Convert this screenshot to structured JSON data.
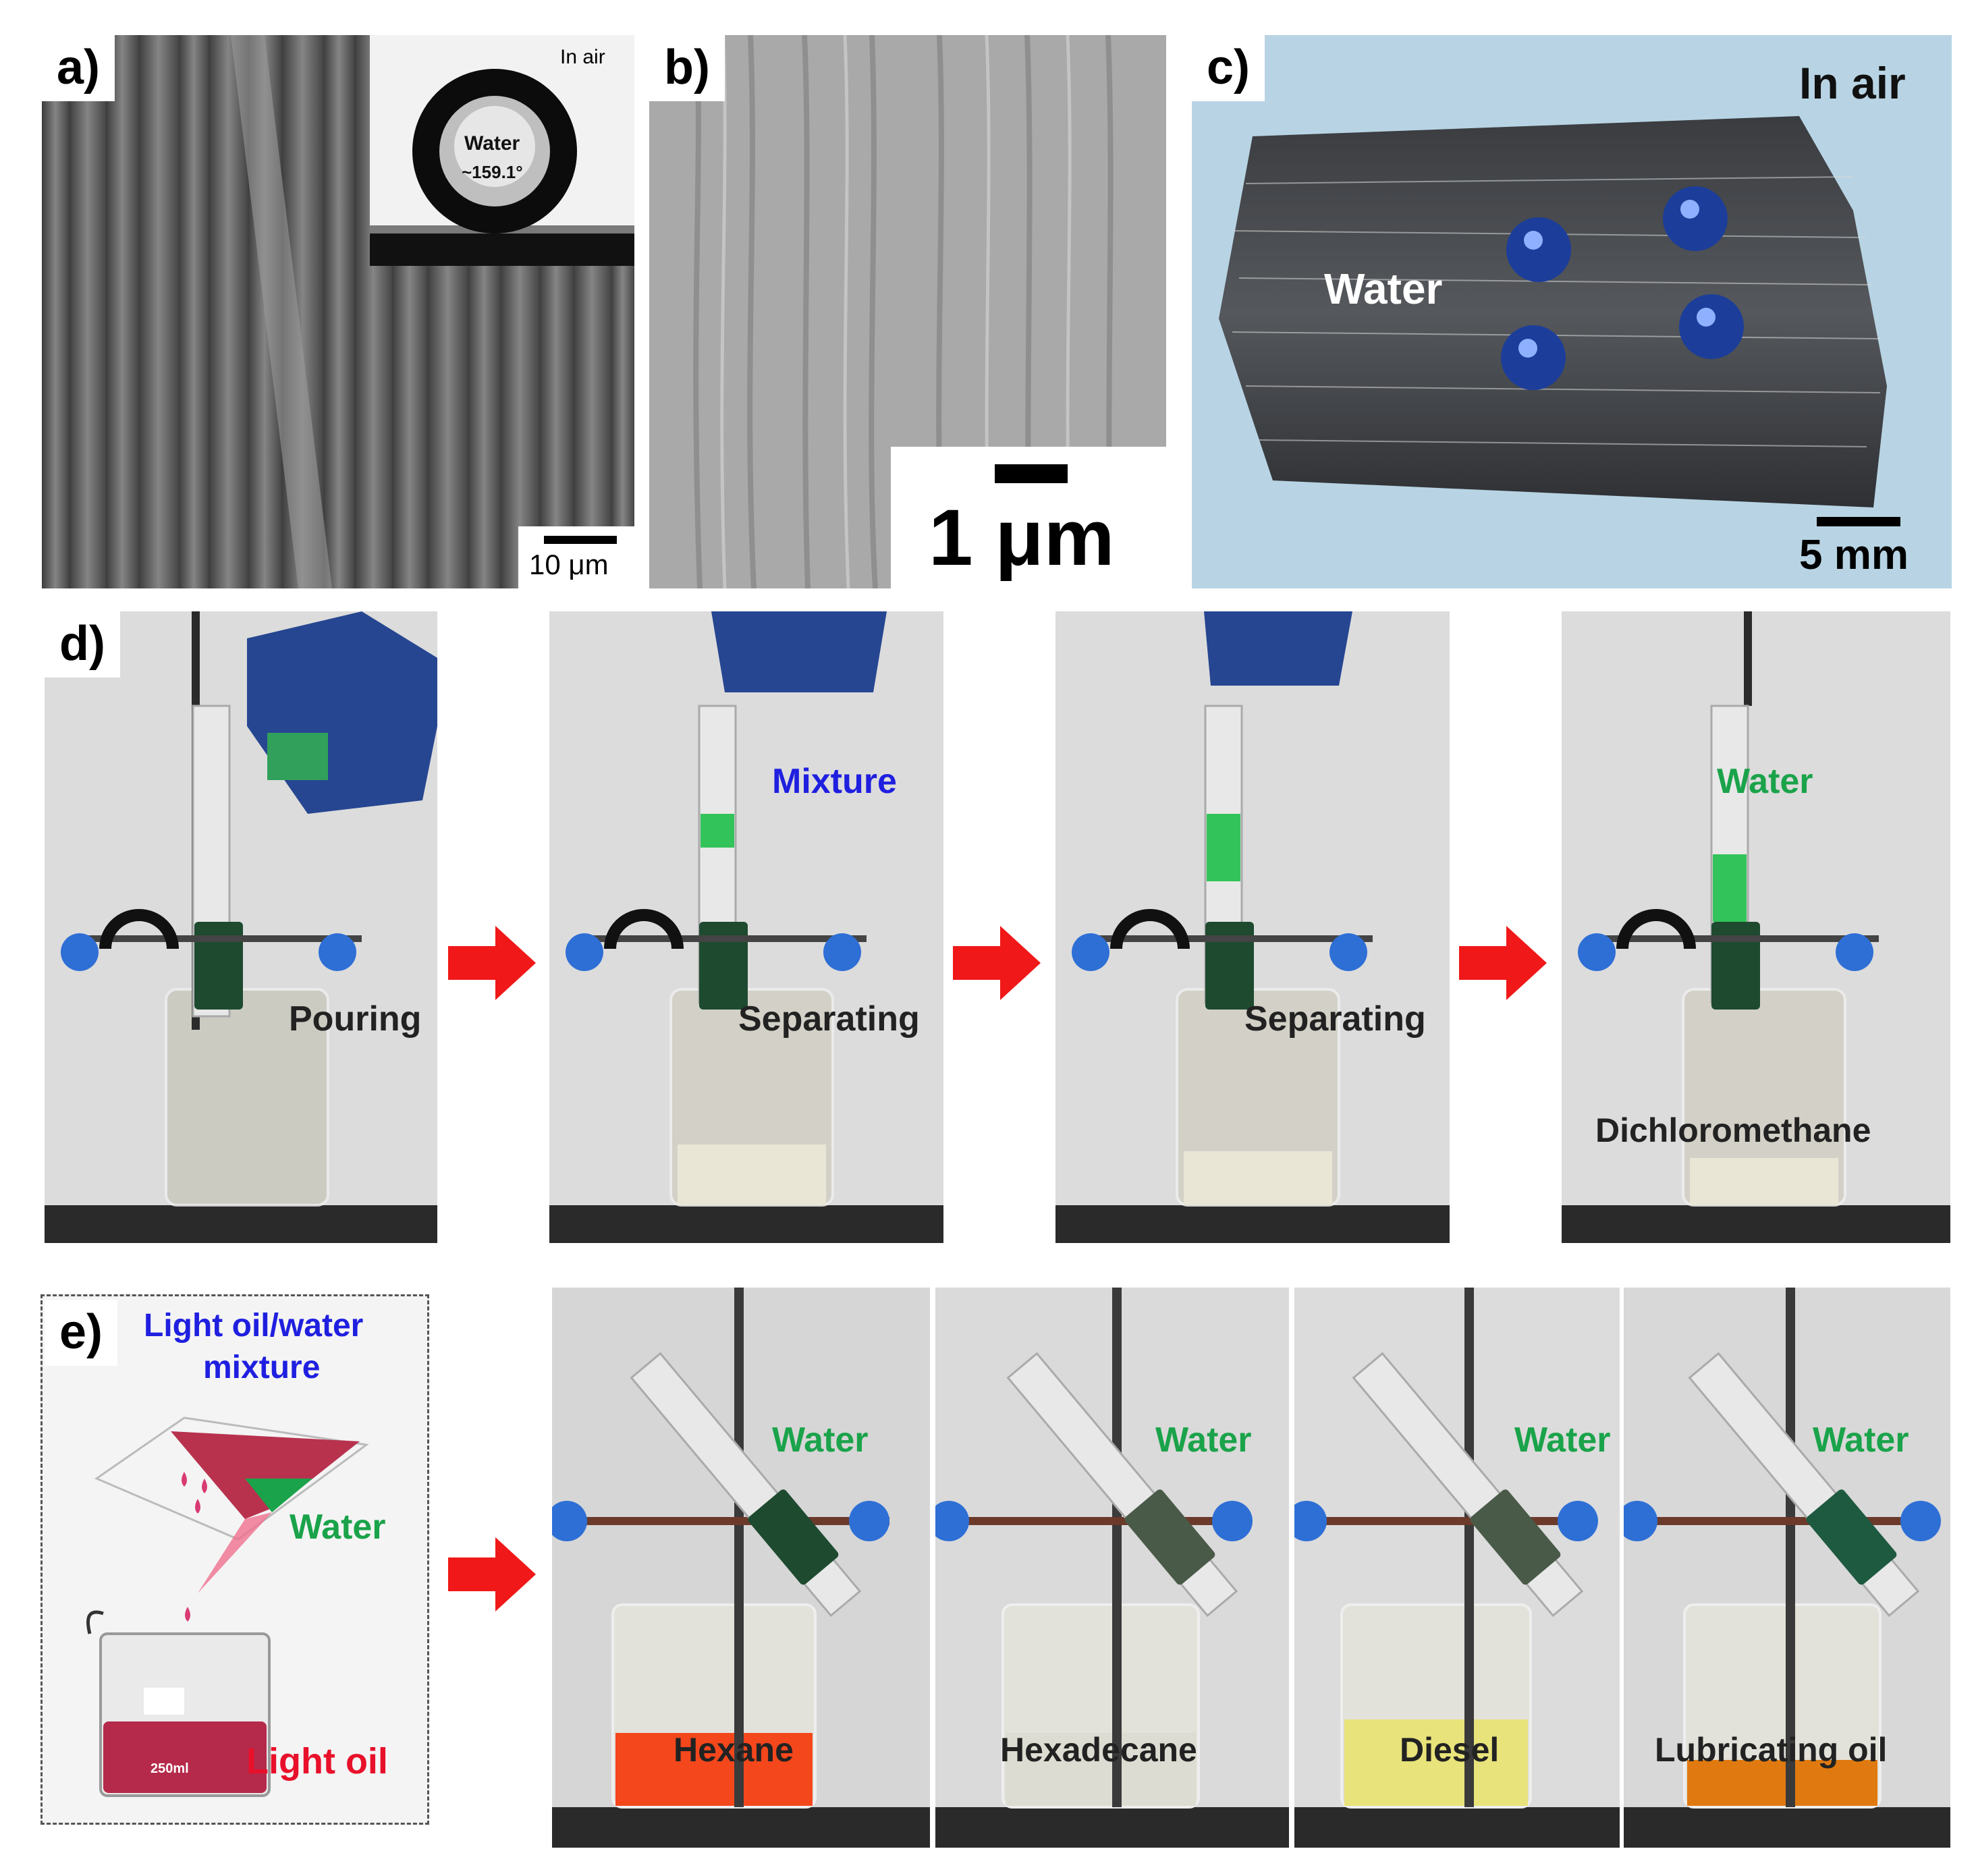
{
  "panel_a": {
    "label": "a)",
    "inset_condition": "In air",
    "inset_liquid": "Water",
    "inset_angle": "~159.1°",
    "scale": "10 μm"
  },
  "panel_b": {
    "label": "b)",
    "scale": "1 μm"
  },
  "panel_c": {
    "label": "c)",
    "condition": "In air",
    "liquid": "Water",
    "scale": "5 mm"
  },
  "panel_d": {
    "label": "d)",
    "frames": [
      {
        "caption": "Pouring",
        "top_label": ""
      },
      {
        "caption": "Separating",
        "top_label": "Mixture"
      },
      {
        "caption": "Separating",
        "top_label": ""
      },
      {
        "caption": "Dichloromethane",
        "top_label": "Water"
      }
    ]
  },
  "panel_e": {
    "label": "e)",
    "schematic_title": "Light oil/water mixture",
    "schematic_title_line1": "Light oil/water",
    "schematic_title_line2": "mixture",
    "schematic_water": "Water",
    "schematic_oil": "Light oil",
    "beaker_volume": "250ml",
    "photos": [
      {
        "oil": "Hexane",
        "water": "Water",
        "liquid_color": "#f4471c"
      },
      {
        "oil": "Hexadecane",
        "water": "Water",
        "liquid_color": "#dcdcd2"
      },
      {
        "oil": "Diesel",
        "water": "Water",
        "liquid_color": "#e8e37a"
      },
      {
        "oil": "Lubricating oil",
        "water": "Water",
        "liquid_color": "#e07a10"
      }
    ]
  },
  "colors": {
    "mixture_label": "#1f1fe0",
    "water_label": "#1aa34a",
    "light_oil_label": "#e8102a",
    "arrow": "#f01818"
  }
}
